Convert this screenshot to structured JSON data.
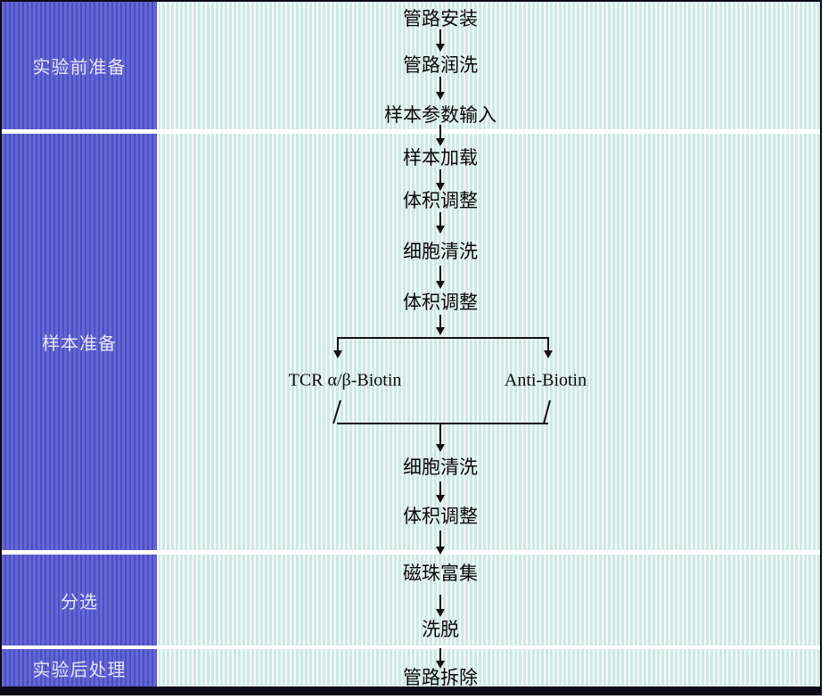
{
  "sidebar": {
    "sections": [
      {
        "label": "实验前准备"
      },
      {
        "label": "样本准备"
      },
      {
        "label": "分选"
      },
      {
        "label": "实验后处理"
      }
    ]
  },
  "flow": {
    "steps": [
      "管路安装",
      "管路润洗",
      "样本参数输入",
      "样本加载",
      "体积调整",
      "细胞清洗",
      "体积调整",
      "细胞清洗",
      "体积调整",
      "磁珠富集",
      "洗脱",
      "管路拆除"
    ],
    "branch": {
      "left_label": "TCR α/β-Biotin",
      "right_label": "Anti-Biotin"
    }
  },
  "colors": {
    "sidebar_stripe_light": "#6567d2",
    "sidebar_stripe_dark": "#4b4ec5",
    "background_stripe_mint": "#cfe9e4",
    "background_stripe_white": "#f2faf7",
    "connector": "#111111",
    "sidebar_text": "#e4e4f6",
    "step_text": "#0a0a0a"
  }
}
